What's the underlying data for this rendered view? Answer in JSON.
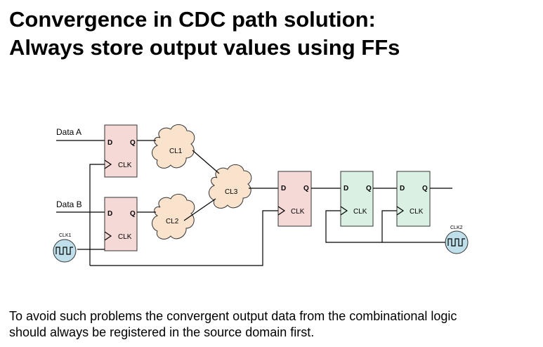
{
  "title": {
    "line1": "Convergence in CDC path solution:",
    "line2": "Always store output values using FFs"
  },
  "diagram": {
    "inputs": [
      "Data A",
      "Data B"
    ],
    "ff_pins": {
      "d": "D",
      "q": "Q",
      "clk": "CLK"
    },
    "logic_clouds": [
      "CL1",
      "CL2",
      "CL3"
    ],
    "clocks": [
      "CLK1",
      "CLK2"
    ],
    "colors": {
      "source_ff": "#f5d9d6",
      "dest_ff": "#d9f0e2",
      "cloud": "#fae3cc",
      "clock": "#bfe0ea"
    }
  },
  "caption": {
    "line1": "To avoid such problems the convergent output data from the combinational logic",
    "line2": "should always be registered in the source domain first."
  }
}
